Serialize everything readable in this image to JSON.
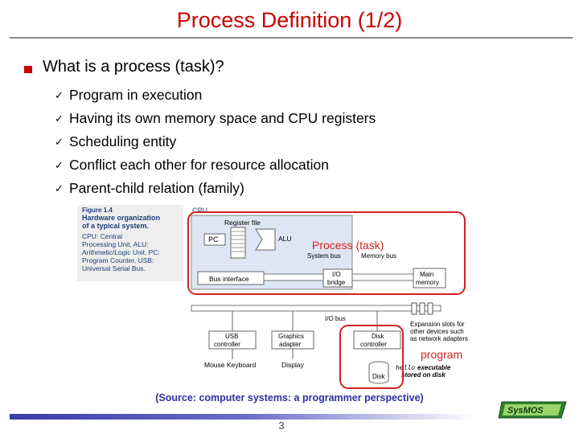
{
  "slide": {
    "title": "Process Definition (1/2)",
    "main_bullet": "What is a process (task)?",
    "sub_bullets": [
      "Program in execution",
      "Having its own memory space and CPU registers",
      "Scheduling entity",
      "Conflict each other for resource allocation",
      "Parent-child relation (family)"
    ],
    "checkmark": "✓",
    "source_caption": "(Source: computer systems: a programmer perspective)",
    "page_number": "3"
  },
  "figure": {
    "fig_label": "Figure 1.4",
    "fig_caption_lines": [
      "Hardware organization",
      "of a typical system."
    ],
    "fig_desc_lines": [
      "CPU: Central",
      "Processing Unit, ALU:",
      "Arithmetic/Logic Unit, PC:",
      "Program Counter, USB:",
      "Universal Serial Bus."
    ],
    "cpu": "CPU",
    "register_file": "Register file",
    "pc": "PC",
    "alu": "ALU",
    "system_bus": "System bus",
    "memory_bus": "Memory bus",
    "bus_interface": "Bus interface",
    "io_bridge": [
      "I/O",
      "bridge"
    ],
    "main_memory": [
      "Main",
      "memory"
    ],
    "io_bus": "I/O bus",
    "expansion": [
      "Expansion slots for",
      "other devices such",
      "as network adapters"
    ],
    "usb": [
      "USB",
      "controller"
    ],
    "graphics": [
      "Graphics",
      "adapter"
    ],
    "disk_controller": [
      "Disk",
      "controller"
    ],
    "mouse_keyboard": "Mouse Keyboard",
    "display": "Display",
    "disk": "Disk",
    "hello": "hello",
    "executable": [
      "executable",
      "stored on disk"
    ],
    "process_label": "Process (task)",
    "program_label": "program"
  },
  "logo": {
    "text": "SysMOS"
  },
  "colors": {
    "title": "#cc0000",
    "highlight": "#d42020",
    "caption": "#2f2fa0"
  }
}
